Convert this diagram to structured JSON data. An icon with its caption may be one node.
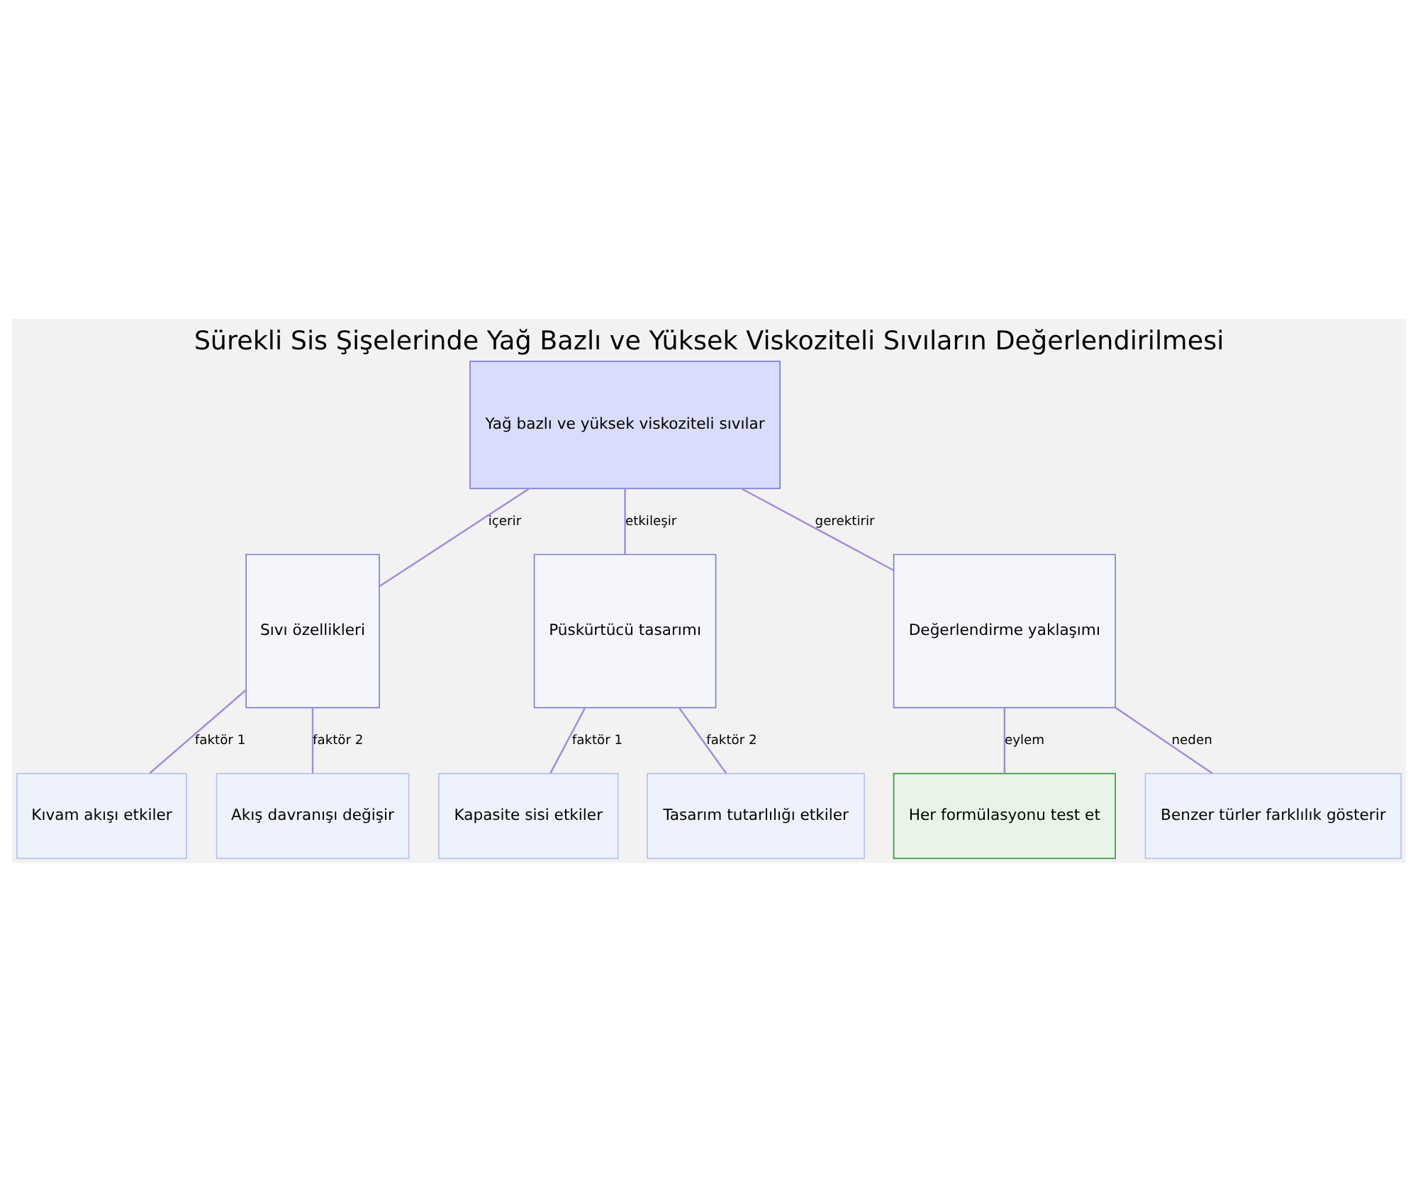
{
  "diagram": {
    "title": "Sürekli Sis Şişelerinde Yağ Bazlı ve Yüksek Viskoziteli Sıvıların Değerlendirilmesi",
    "nodes": [
      {
        "text": [
          "Yağ bazlı ve yüksek viskoziteli sıvılar"
        ]
      },
      {
        "text": [
          "Sıvı özellikleri"
        ]
      },
      {
        "text": [
          "Püskürtücü tasarımı"
        ]
      },
      {
        "text": [
          "Değerlendirme yaklaşımı"
        ]
      },
      {
        "text": [
          "Kıvam akışı etkiler"
        ]
      },
      {
        "text": [
          "Akış davranışı değişir"
        ]
      },
      {
        "text": [
          "Kapasite sisi etkiler"
        ]
      },
      {
        "text": [
          "Tasarım tutarlılığı etkiler"
        ]
      },
      {
        "text": [
          "Her formülasyonu test et"
        ]
      },
      {
        "text": [
          "Benzer türler farklılık gösterir"
        ]
      }
    ],
    "edges": [
      {
        "from": 0,
        "to": 1,
        "arrow": "none",
        "label": "içerir"
      },
      {
        "from": 0,
        "to": 2,
        "arrow": "none",
        "label": "etkileşir"
      },
      {
        "from": 0,
        "to": 3,
        "arrow": "none",
        "label": "gerektirir"
      },
      {
        "from": 1,
        "to": 4,
        "arrow": "none",
        "label": "faktör 1"
      },
      {
        "from": 1,
        "to": 5,
        "arrow": "none",
        "label": "faktör 2"
      },
      {
        "from": 2,
        "to": 6,
        "arrow": "none",
        "label": "faktör 1"
      },
      {
        "from": 2,
        "to": 7,
        "arrow": "none",
        "label": "faktör 2"
      },
      {
        "from": 3,
        "to": 8,
        "arrow": "none",
        "label": "eylem"
      },
      {
        "from": 3,
        "to": 9,
        "arrow": "none",
        "label": "neden"
      }
    ]
  }
}
